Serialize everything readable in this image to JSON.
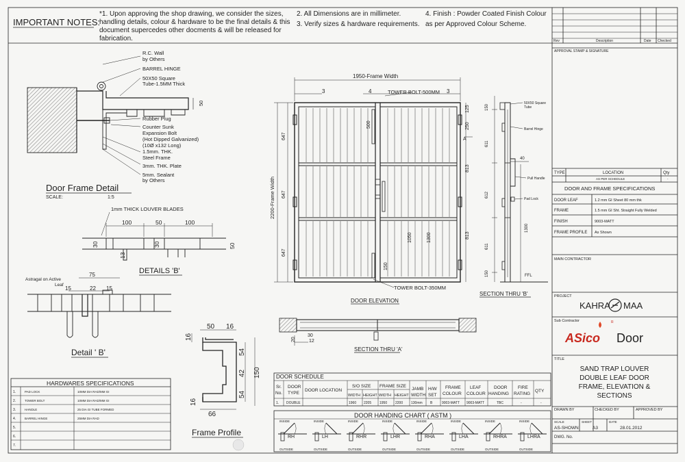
{
  "header": {
    "title": "IMPORTANT NOTES:",
    "note1": [
      "*1. Upon approving the shop drawing, we consider the sizes,",
      "handling details, colour & hardware to be the final details & this",
      "document supercedes other docments & will be released for",
      "fabrication."
    ],
    "note2": [
      "2. All Dimensions are in millimeter.",
      "3. Verify sizes & hardware requirements."
    ],
    "note4": [
      "4. Finish : Powder Coated Finish Colour",
      "as per Approved Colour Scheme."
    ]
  },
  "rev": {
    "rev": "Rev",
    "description": "Description",
    "date": "Date",
    "checked": "Checked"
  },
  "approval": "APPROVAL STAMP & SIGNATURE",
  "location_table": {
    "type": "TYPE",
    "location": "LOCATION",
    "qty": "Qty",
    "row_location": "AS PER SCHEDULE",
    "row_qty": "-"
  },
  "specs": {
    "title": "DOOR AND FRAME SPECIFICATIONS",
    "rows": [
      {
        "label": "DOOR LEAF",
        "value": "1.2 mm GI Sheet 80 mm thk"
      },
      {
        "label": "FRAME",
        "value": "1.5 mm GI Sht. Straight Fully Welded"
      },
      {
        "label": "FINISH",
        "value": "9003-MATT"
      },
      {
        "label": "FRAME PROFILE",
        "value": "As Shown"
      }
    ]
  },
  "main_contractor": "MAIN CONTRACTOR",
  "project": {
    "label": "PROJECT",
    "name_left": "KAHRA",
    "name_right": "MAA"
  },
  "sub_contractor": {
    "label": "Sub Contractor",
    "brand_a": "ASico",
    "brand_b": "Door",
    "reg": "R"
  },
  "title_block": {
    "label": "TITLE",
    "lines": [
      "SAND TRAP LOUVER",
      "DOUBLE  LEAF DOOR",
      "FRAME, ELEVATION &",
      "SECTIONS"
    ]
  },
  "drawn": {
    "drawn_by": "DRAWN BY",
    "checked_by": "CHECKED BY",
    "approved_by": "APPROVED BY"
  },
  "scale": {
    "scale_label": "SCALE",
    "scale": "AS-SHOWN",
    "sheet_label": "SHEET",
    "sheet": "A3",
    "date_label": "DATE",
    "date": "28.01.2012",
    "dwg": "DWG. No."
  },
  "frame_detail": {
    "title": "Door Frame Detail",
    "scale_label": "SCALE:",
    "scale": "1:5",
    "labels": [
      "R.C. Wall",
      "by Others",
      "BARREL HINGE",
      "50X50 Square",
      "Tube-1.5MM Thick",
      "Rubber Plug",
      "Counter Sunk",
      "Expansion Bolt",
      "(Hot Dipped Galvanized)",
      "(10Ø x132 Long)",
      "1.5mm. THK.",
      "Steel Frame",
      "3mm. THK. Plate",
      "5mm. Sealant",
      "by Others"
    ],
    "dim": "50"
  },
  "details_b": {
    "title": "DETAILS 'B'",
    "blades": "1mm THICK LOUVER BLADES",
    "d100a": "100",
    "d50": "50",
    "d100b": "100",
    "d30a": "30",
    "d30b": "30",
    "d13": "13",
    "d50v": "50"
  },
  "detail_b2": {
    "title": "Detail ' B'",
    "astragal": "Astragal on Active",
    "leaf": "Leaf",
    "d75": "75",
    "d15a": "15",
    "d22": "22",
    "d15b": "15"
  },
  "frame_profile": {
    "title": "Frame Profile",
    "d50": "50",
    "d16a": "16",
    "d54a": "54",
    "d42": "42",
    "d54b": "54",
    "d150": "150",
    "d16b": "16",
    "d66": "66"
  },
  "elevation": {
    "title": "DOOR ELEVATION",
    "frame_width": "1950-Frame Width",
    "frame_height": "2200-Frame Width",
    "tower_top": "TOWER BOLT-500MM",
    "tower_bottom": "TOWER BOLT-350MM",
    "d3a": "3",
    "d4": "4",
    "d3b": "3",
    "left_dims": [
      "647",
      "647",
      "647"
    ],
    "right_dims": [
      "125",
      "250",
      "813",
      "813"
    ],
    "d500": "500",
    "d1050": "1050",
    "d1300": "1300",
    "d150": "150",
    "dA": "A"
  },
  "section_b": {
    "title": "SECTION THRU 'B'",
    "tube": "50X50 Square",
    "tube2": "Tube",
    "hinge": "Barrel Hinge",
    "pull": "Pull Handle",
    "padlock": "Pad Lock",
    "ffl": "FFL",
    "dims": [
      "150",
      "611",
      "612",
      "611",
      "150"
    ],
    "d1300": "1300",
    "d40": "40"
  },
  "section_a": {
    "title": "SECTION THRU 'A'",
    "d20": "20",
    "d30": "30",
    "d12": "12"
  },
  "hardware": {
    "title": "HARDWARES SPECIFICATIONS",
    "rows": [
      {
        "no": "1.",
        "item": "PAD LOCK",
        "spec": "10MM DIA RAD/MM GI"
      },
      {
        "no": "2.",
        "item": "TOWER BOLT",
        "spec": "10MM DIA RAD/MM GI"
      },
      {
        "no": "3.",
        "item": "HANDLE",
        "spec": "25 DIA GI TUBE FORMED"
      },
      {
        "no": "4.",
        "item": "BARREL HINGE",
        "spec": "25MM DIA RAD"
      },
      {
        "no": "5.",
        "item": "",
        "spec": ""
      },
      {
        "no": "6.",
        "item": "",
        "spec": ""
      },
      {
        "no": "7.",
        "item": "",
        "spec": ""
      }
    ]
  },
  "schedule": {
    "title": "DOOR SCHEDULE",
    "headers": {
      "sr": "Sr.",
      "no": "No.",
      "door_type": "DOOR",
      "door_type2": "TYPE",
      "location": "DOOR LOCATION",
      "so": "S/O SIZE",
      "so_w": "WIDTH",
      "so_h": "HEIGHT",
      "fs": "FRAME SIZE",
      "fs_w": "WIDTH",
      "fs_h": "HEIGHT",
      "jamb": "JAMB",
      "jamb2": "WIDTH",
      "hw": "H/W",
      "hw2": "SET",
      "frame": "FRAME",
      "frame2": "COLOUR",
      "leaf": "LEAF",
      "leaf2": "COLOUR",
      "handing": "DOOR",
      "handing2": "HANDING",
      "fire": "FIRE",
      "fire2": "RATING",
      "qty": "QTY"
    },
    "row": [
      "1.",
      "DOUBLE",
      "",
      "1960",
      "2205",
      "1950",
      "2200",
      "130mm",
      "B",
      "9003-MATT",
      "9003-MATT",
      "TBC",
      "-",
      "-"
    ]
  },
  "handing": {
    "title": "DOOR HANDING CHART  ( ASTM )",
    "items": [
      "RH",
      "LH",
      "RHR",
      "LHR",
      "RHA",
      "LHA",
      "RHRA",
      "LHRA"
    ],
    "inside": "INSIDE",
    "outside": "OUTSIDE"
  }
}
